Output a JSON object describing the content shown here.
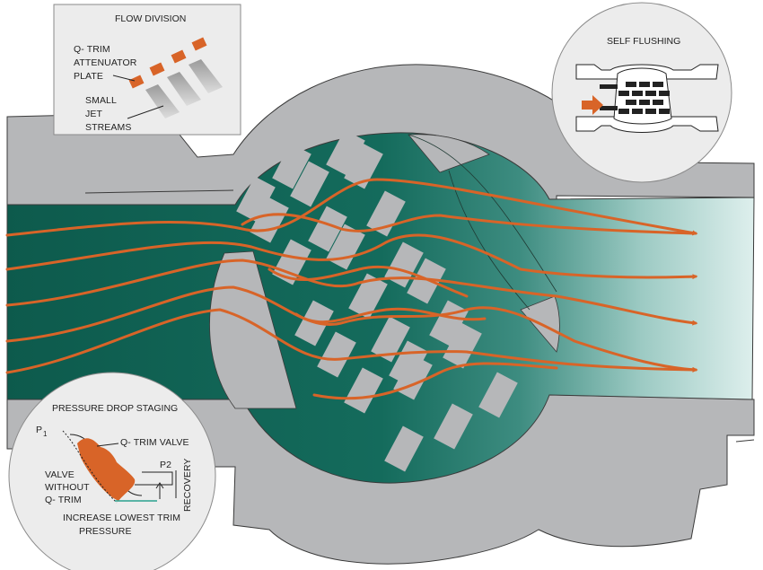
{
  "flow_division": {
    "title": "FLOW DIVISION",
    "plate_label": [
      "Q- TRIM",
      "ATTENUATOR",
      "PLATE"
    ],
    "jet_label": [
      "SMALL",
      "JET",
      "STREAMS"
    ]
  },
  "self_flushing": {
    "title": "SELF FLUSHING"
  },
  "pressure_drop": {
    "title": "PRESSURE DROP STAGING",
    "p1_label": "P",
    "p1_sub": "1",
    "qtrim_label": "Q- TRIM  VALVE",
    "without_label": [
      "VALVE",
      "WITHOUT",
      "Q- TRIM"
    ],
    "p2_label": "P2",
    "recovery_label": "RECOVERY",
    "increase_label": [
      "INCREASE LOWEST TRIM",
      "PRESSURE"
    ]
  },
  "colors": {
    "valve_body": "#b6b7b9",
    "outline": "#3a3a3a",
    "flow_dark": "#0d5a4c",
    "flow_light": "#dceeec",
    "stream": "#d86428",
    "callout_bg": "#ececec"
  }
}
